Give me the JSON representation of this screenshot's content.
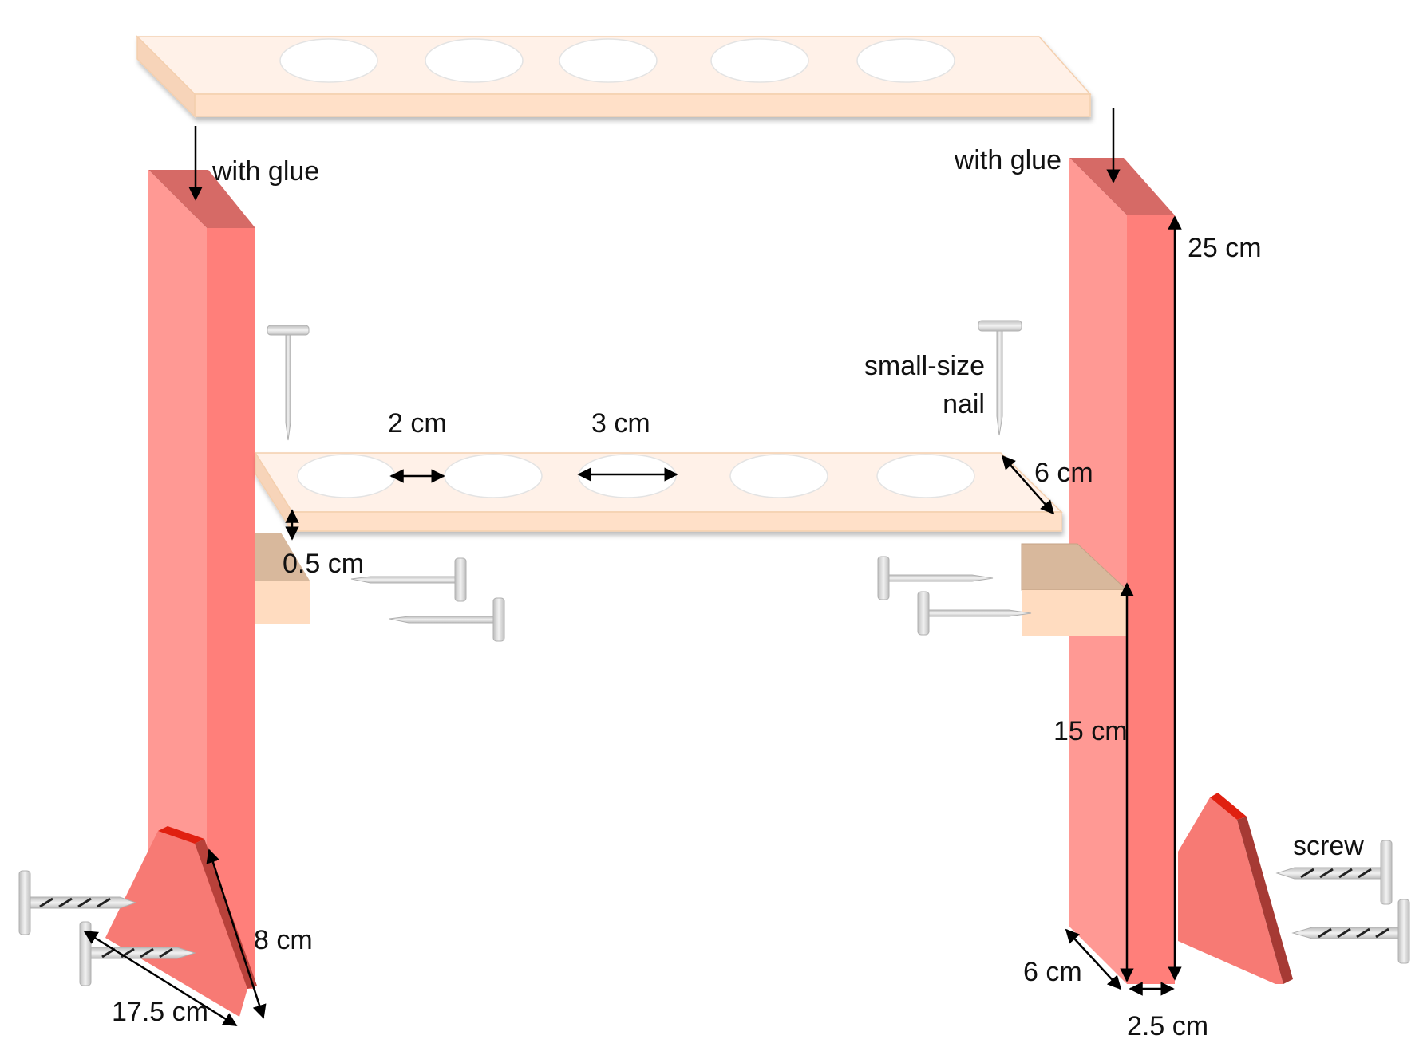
{
  "labels": {
    "glue_left": "with glue",
    "glue_right": "with glue",
    "height_total": "25 cm",
    "nail_note_line1": "small-size",
    "nail_note_line2": "nail",
    "hole_gap": "2 cm",
    "hole_diameter": "3 cm",
    "shelf_depth": "6 cm",
    "shelf_thickness": "0.5 cm",
    "height_support": "15 cm",
    "screw": "screw",
    "foot_height": "8 cm",
    "foot_length": "17.5 cm",
    "post_depth": "6 cm",
    "post_width": "2.5 cm"
  },
  "colors": {
    "post_front": "#ff9994",
    "post_side": "#ff7f7a",
    "post_top": "#d66a66",
    "shelf_top": "#fff1e8",
    "shelf_edge": "#ffe0c8",
    "block_front": "#ffdcc0",
    "block_top": "#d8b89c",
    "foot_face": "#f77a74",
    "foot_edge": "#e02010",
    "hole": "#ffffff",
    "nail": "#d2d2d2",
    "arrow": "#000000"
  }
}
